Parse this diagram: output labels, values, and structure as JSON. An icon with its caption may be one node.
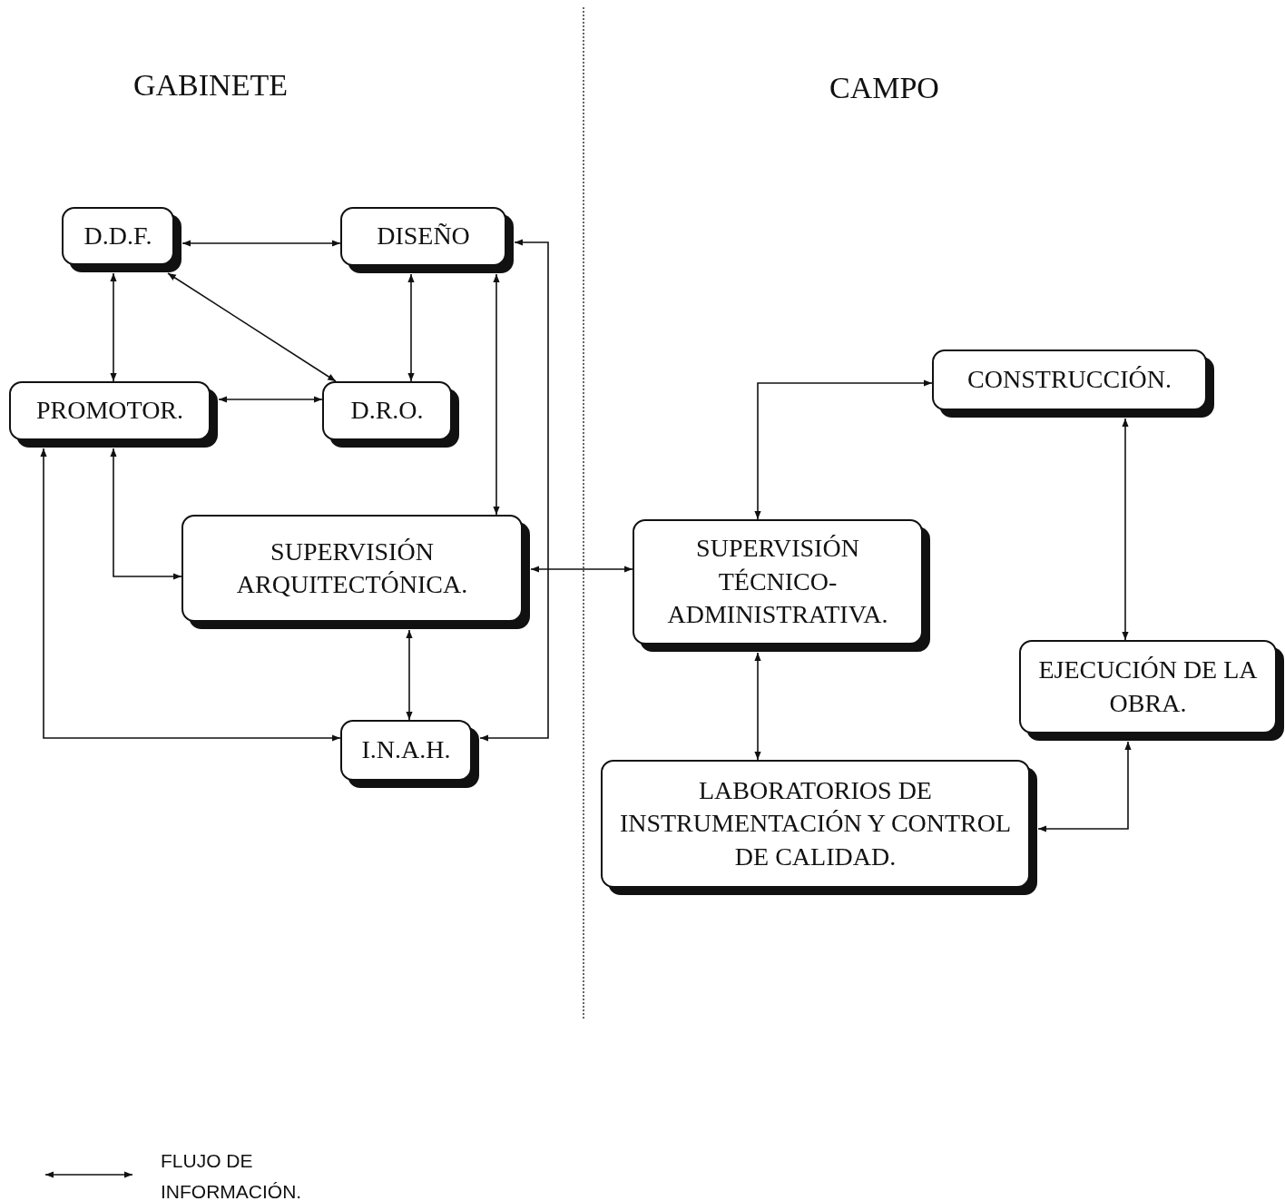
{
  "diagram": {
    "nodes": [
      {
        "text": [
          "D.D.F."
        ]
      },
      {
        "text": [
          "DISEÑO"
        ]
      },
      {
        "text": [
          "PROMOTOR."
        ]
      },
      {
        "text": [
          "D.R.O."
        ]
      },
      {
        "text": [
          "SUPERVISIÓN ARQUITECTÓNICA."
        ]
      },
      {
        "text": [
          "I.N.A.H."
        ]
      },
      {
        "text": [
          "CONSTRUCCIÓN."
        ]
      },
      {
        "text": [
          "SUPERVISIÓN TÉCNICO-ADMINISTRATIVA."
        ]
      },
      {
        "text": [
          "EJECUCIÓN DE LA OBRA."
        ]
      },
      {
        "text": [
          "LABORATORIOS DE INSTRUMENTACIÓN Y CONTROL DE CALIDAD."
        ]
      }
    ],
    "edges": [
      {
        "from": 0,
        "to": 1,
        "arrow": "both"
      },
      {
        "from": 0,
        "to": 2,
        "arrow": "both"
      },
      {
        "from": 0,
        "to": 3,
        "arrow": "both"
      },
      {
        "from": 1,
        "to": 3,
        "arrow": "both"
      },
      {
        "from": 2,
        "to": 3,
        "arrow": "both"
      },
      {
        "from": 1,
        "to": 4,
        "arrow": "both"
      },
      {
        "from": 2,
        "to": 4,
        "arrow": "both"
      },
      {
        "from": 2,
        "to": 5,
        "arrow": "both"
      },
      {
        "from": 1,
        "to": 5,
        "arrow": "both"
      },
      {
        "from": 4,
        "to": 5,
        "arrow": "both"
      },
      {
        "from": 4,
        "to": 7,
        "arrow": "both"
      },
      {
        "from": 7,
        "to": 6,
        "arrow": "both"
      },
      {
        "from": 6,
        "to": 8,
        "arrow": "both"
      },
      {
        "from": 7,
        "to": 9,
        "arrow": "both"
      },
      {
        "from": 9,
        "to": 8,
        "arrow": "both"
      }
    ],
    "labels": [
      "GABINETE",
      "CAMPO"
    ],
    "legend": [
      {
        "text": "FLUJO DE INFORMACIÓN."
      }
    ]
  }
}
